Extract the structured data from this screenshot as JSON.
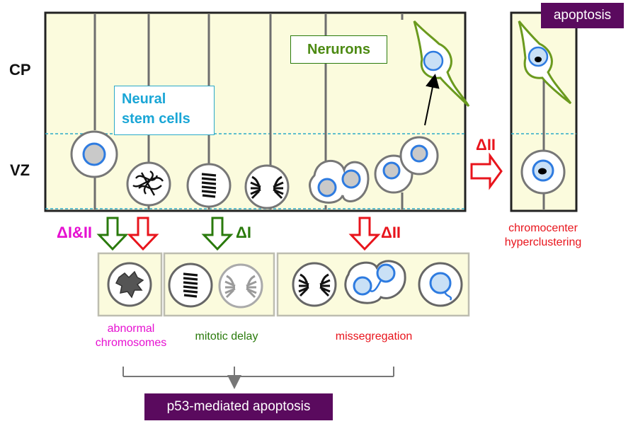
{
  "zones": {
    "cp": "CP",
    "vz": "VZ"
  },
  "cell_labels": {
    "stem": [
      "Neural",
      "stem cells"
    ],
    "neurons": "Nerurons"
  },
  "top_right": {
    "apoptosis": "apoptosis",
    "arrow_label": "ΔII",
    "caption": [
      "chromocenter",
      "hyperclustering"
    ]
  },
  "lower": {
    "arrow1_label": "ΔI&II",
    "arrow2_label": "ΔI",
    "arrow3_label": "ΔII",
    "captions": {
      "abnormal": [
        "abnormal",
        "chromosomes"
      ],
      "delay": "mitotic delay",
      "missegregation": "missegregation"
    },
    "result": "p53-mediated apoptosis"
  },
  "colors": {
    "panel_fill": "#fbfbdd",
    "nucleus_blue": "#2e7be0",
    "red": "#e8141c",
    "green": "#2a7a0c",
    "neuron_green": "#6b9a1e",
    "magenta": "#e60fd1",
    "cyan": "#1aa6d6",
    "purple": "#5a0a5e"
  },
  "icons": {
    "outline_arrow": "hollow-block-arrow",
    "pointer": "thin-arrow"
  }
}
